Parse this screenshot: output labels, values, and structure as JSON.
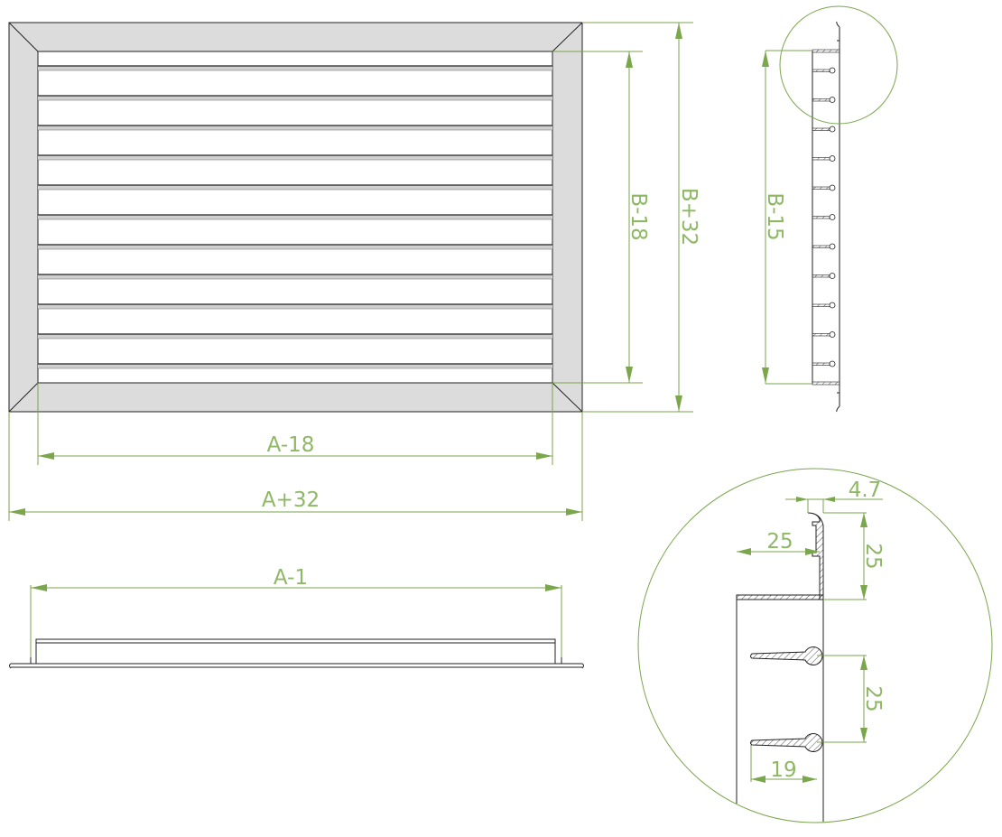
{
  "front_view": {
    "blade_count": 11,
    "dimensions": {
      "inner_width": "A-18",
      "outer_width": "A+32",
      "inner_height": "B-18",
      "outer_height": "B+32"
    }
  },
  "bottom_view": {
    "dimensions": {
      "length": "A-1"
    }
  },
  "side_view": {
    "blade_count": 11,
    "dimensions": {
      "height": "B-15"
    }
  },
  "detail_view": {
    "dimensions": {
      "flange_thickness": "4.7",
      "frame_depth": "25",
      "flange_height": "25",
      "blade_pitch": "25",
      "blade_width": "19"
    }
  },
  "colors": {
    "dimension": "#7aa64c",
    "outline": "#222222",
    "frame_fill": "#dcdcdc"
  }
}
